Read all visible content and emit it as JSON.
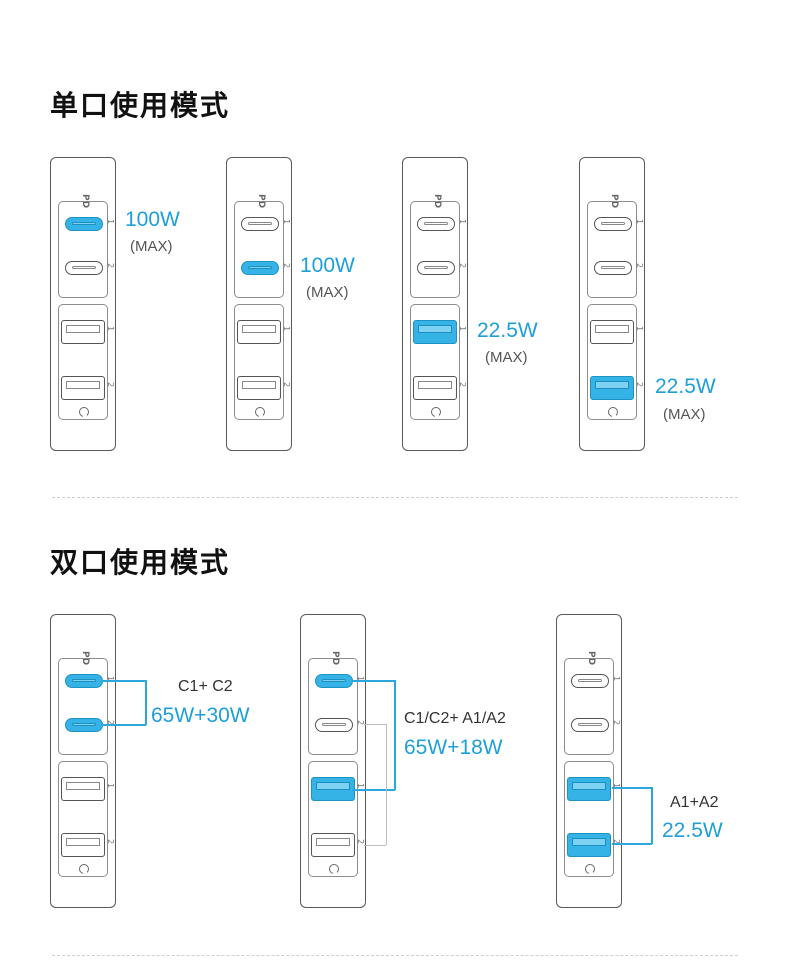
{
  "single_mode": {
    "title": "单口使用模式",
    "items": [
      {
        "active": "C1",
        "power": "100W",
        "max": "(MAX)"
      },
      {
        "active": "C2",
        "power": "100W",
        "max": "(MAX)"
      },
      {
        "active": "A1",
        "power": "22.5W",
        "max": "(MAX)"
      },
      {
        "active": "A2",
        "power": "22.5W",
        "max": "(MAX)"
      }
    ]
  },
  "dual_mode": {
    "title": "双口使用模式",
    "items": [
      {
        "ports": "C1+ C2",
        "power": "65W+30W"
      },
      {
        "ports": "C1/C2+ A1/A2",
        "power": "65W+18W"
      },
      {
        "ports": "A1+A2",
        "power": "22.5W"
      }
    ]
  },
  "device": {
    "pd_logo": "PD",
    "port_numbers": [
      "1",
      "2",
      "1",
      "2"
    ]
  },
  "colors": {
    "accent": "#35b2e6",
    "accent_text": "#1e9fd8",
    "outline": "#5a5a5a",
    "divider": "#cfcfcf"
  }
}
